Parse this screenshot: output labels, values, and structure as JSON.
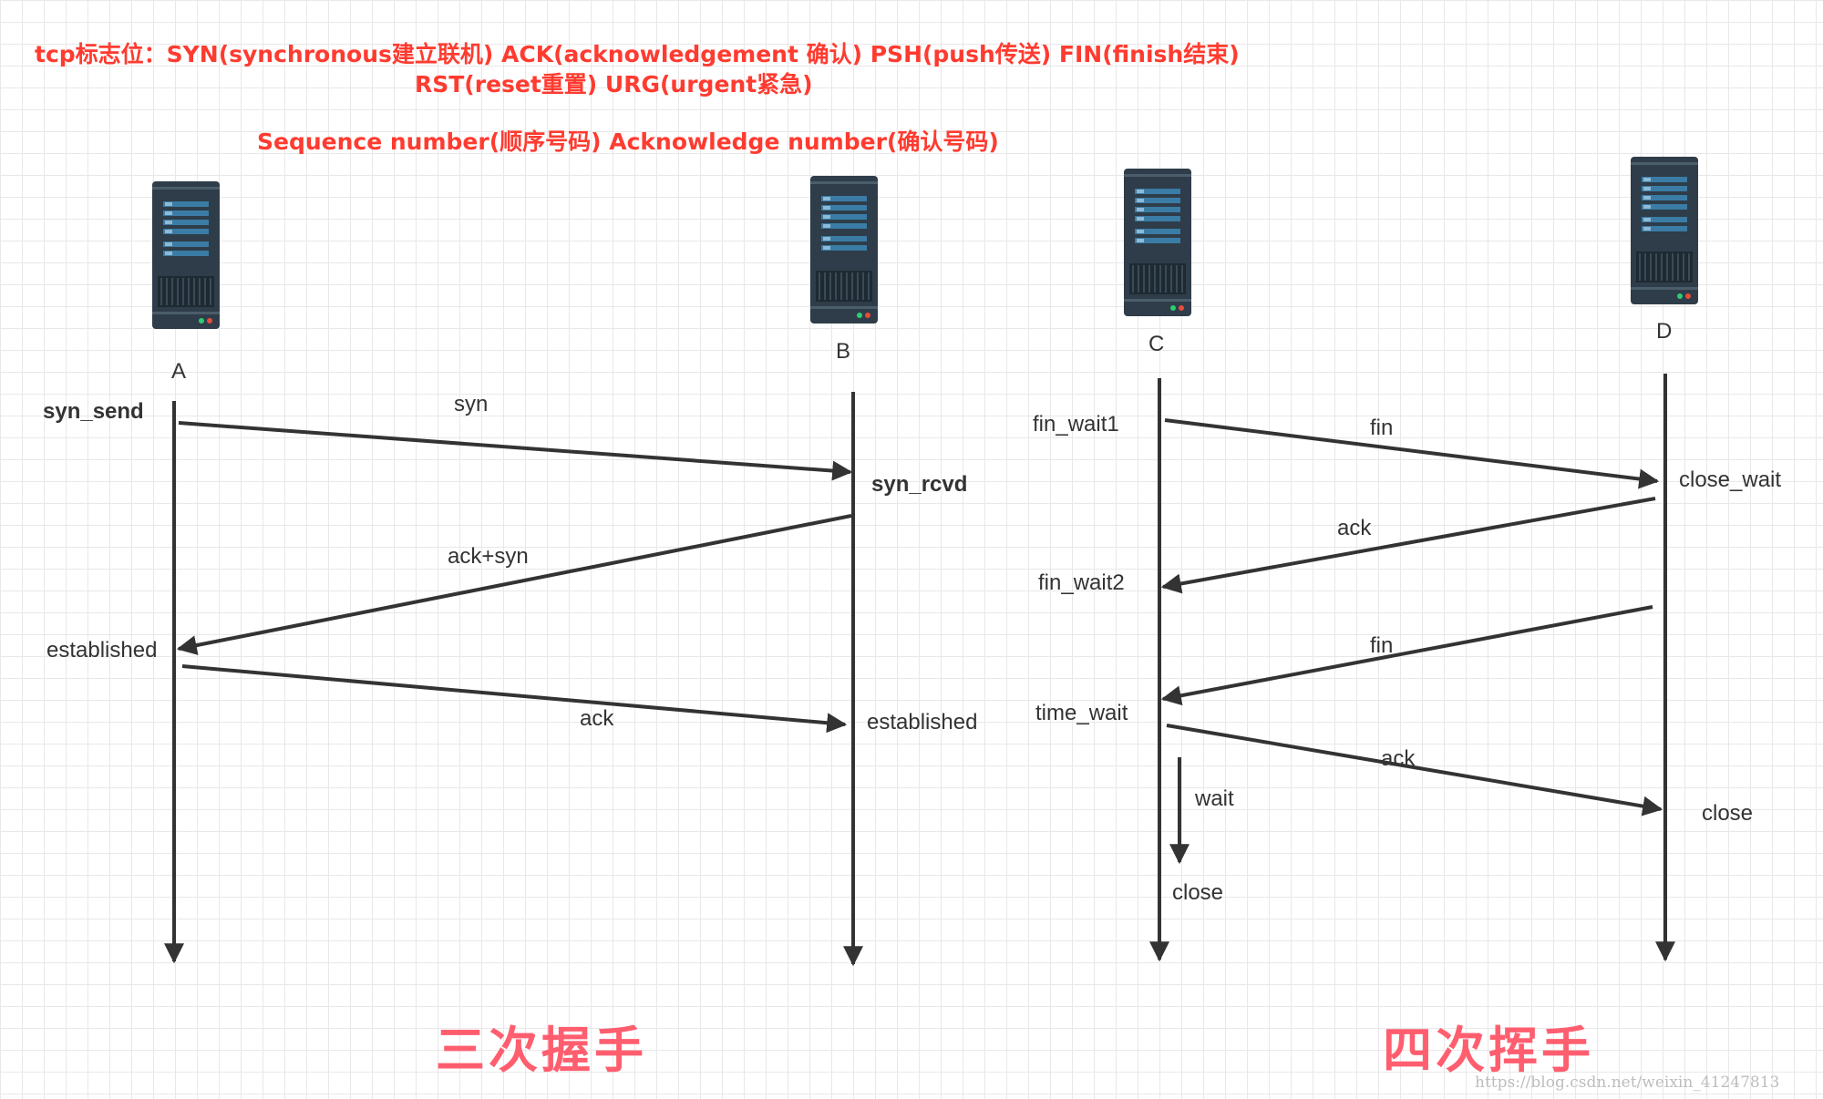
{
  "legend": {
    "line1": "tcp标志位：SYN(synchronous建立联机) ACK(acknowledgement 确认) PSH(push传送) FIN(finish结束)",
    "line2": "RST(reset重置) URG(urgent紧急)",
    "line3": "Sequence number(顺序号码) Acknowledge number(确认号码)"
  },
  "nodes": {
    "a": "A",
    "b": "B",
    "c": "C",
    "d": "D"
  },
  "handshake": {
    "title": "三次握手",
    "a_state_1": "syn_send",
    "msg_syn": "syn",
    "b_state_1": "syn_rcvd",
    "msg_ack_syn": "ack+syn",
    "a_state_2": "established",
    "msg_ack": "ack",
    "b_state_2": "established"
  },
  "wave": {
    "title": "四次挥手",
    "c_state_1": "fin_wait1",
    "msg_fin_1": "fin",
    "d_state_1": "close_wait",
    "msg_ack_1": "ack",
    "c_state_2": "fin_wait2",
    "msg_fin_2": "fin",
    "c_state_3": "time_wait",
    "msg_ack_2": "ack",
    "d_state_2": "close",
    "wait_label": "wait",
    "c_state_4": "close"
  },
  "watermark": "https://blog.csdn.net/weixin_41247813",
  "colors": {
    "legend": "#ff3b30",
    "title": "#ff5e6f",
    "line": "#333333",
    "server_body": "#2e3d49",
    "server_bar": "#3a7ca5"
  }
}
